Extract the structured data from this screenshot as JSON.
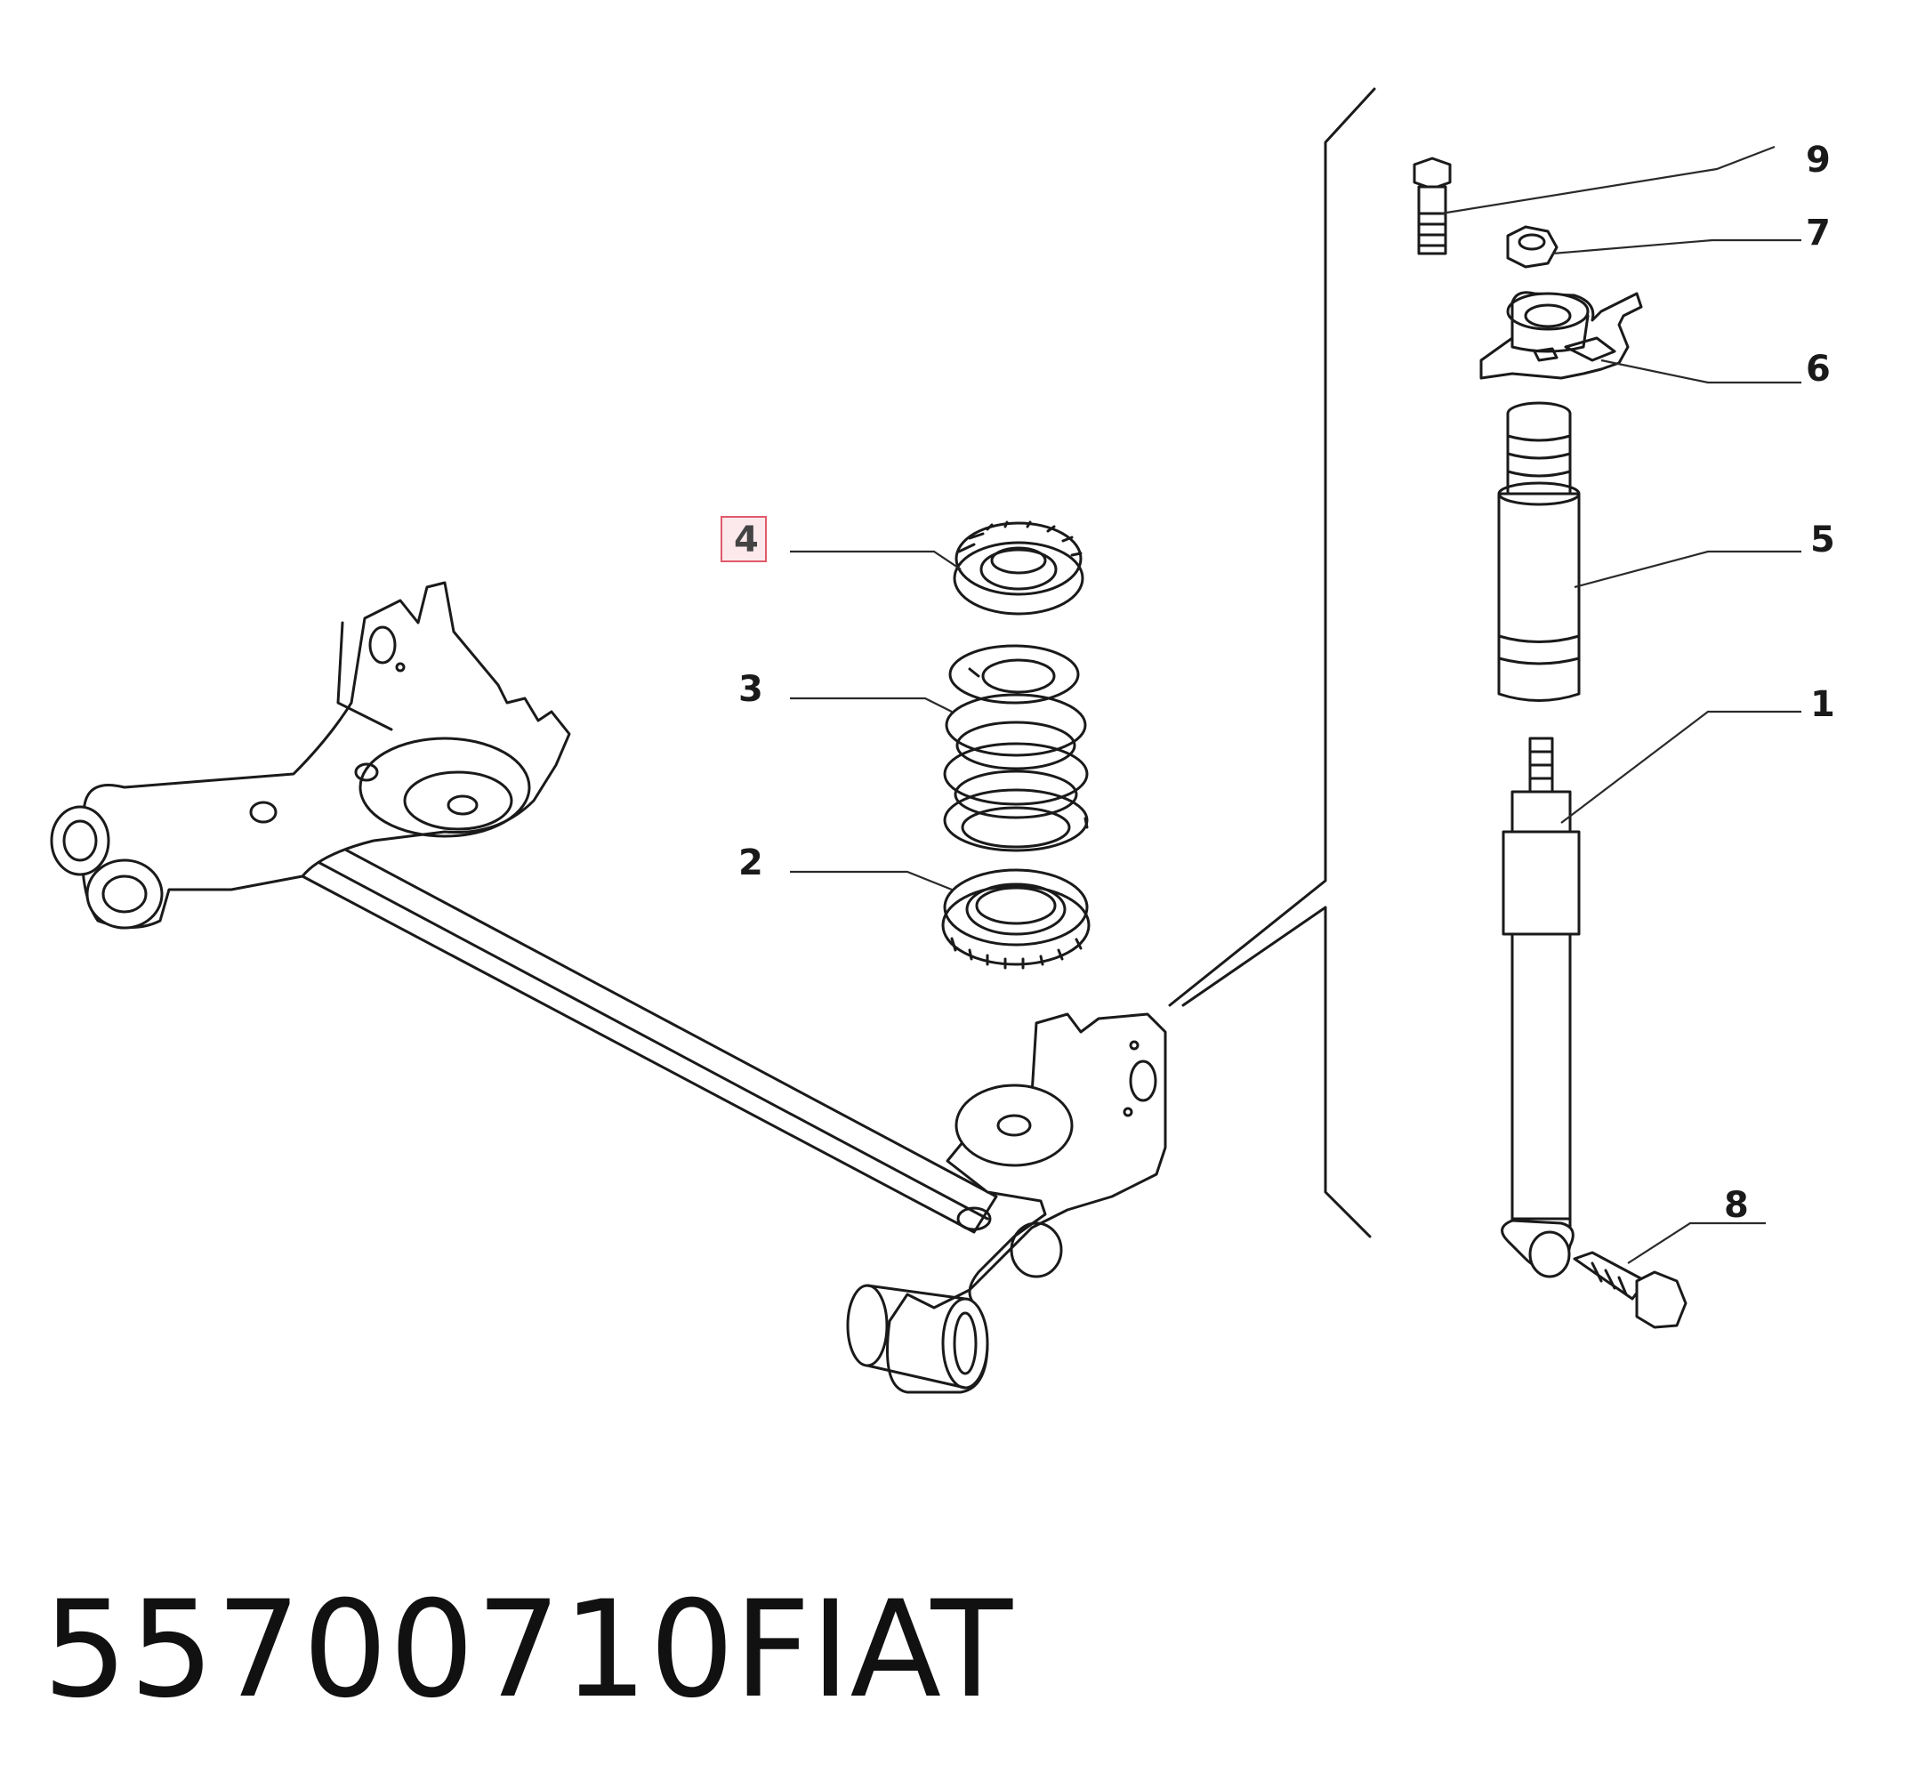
{
  "diagram": {
    "callouts": [
      {
        "id": "1",
        "label": "1"
      },
      {
        "id": "2",
        "label": "2"
      },
      {
        "id": "3",
        "label": "3"
      },
      {
        "id": "4",
        "label": "4",
        "highlighted": true
      },
      {
        "id": "5",
        "label": "5"
      },
      {
        "id": "6",
        "label": "6"
      },
      {
        "id": "7",
        "label": "7"
      },
      {
        "id": "8",
        "label": "8"
      },
      {
        "id": "9",
        "label": "9"
      }
    ],
    "highlight_color": "#e05a6a"
  },
  "footer": {
    "part_number": "55700710",
    "brand": "FIAT"
  }
}
